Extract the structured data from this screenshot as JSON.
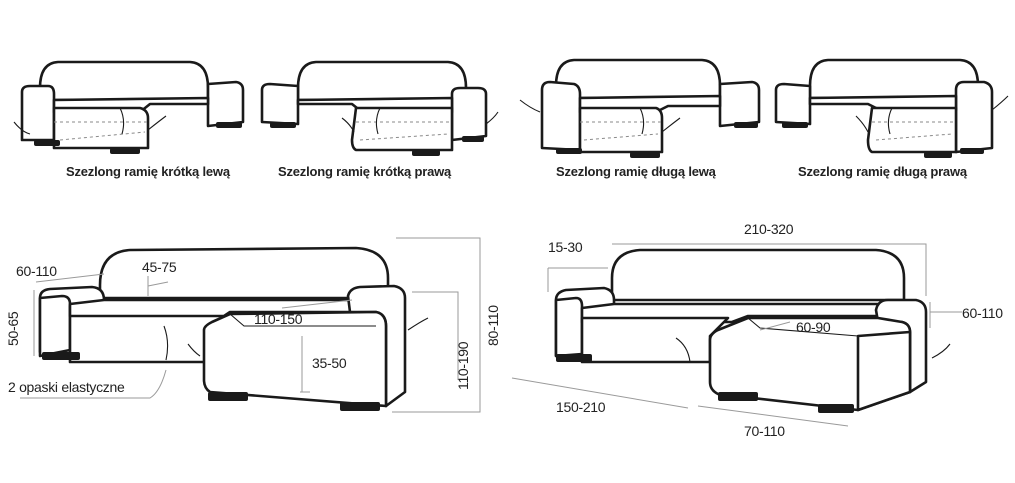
{
  "captions": {
    "short_left": "Szezlong ramię krótką lewą",
    "short_right": "Szezlong ramię krótką prawą",
    "long_left": "Szezlong ramię długą lewą",
    "long_right": "Szezlong ramię długą prawą"
  },
  "left_dims": {
    "arm_width": "60-110",
    "seat_depth": "45-75",
    "arm_height": "50-65",
    "chaise_width": "110-150",
    "seat_height": "35-50",
    "total_length": "110-190",
    "back_height": "80-110",
    "elastic_straps": "2 opaski elastyczne"
  },
  "right_dims": {
    "arm_width": "15-30",
    "back_length": "210-320",
    "seat_depth": "60-90",
    "arm_height": "60-110",
    "side_length": "150-210",
    "chaise_width": "70-110"
  }
}
